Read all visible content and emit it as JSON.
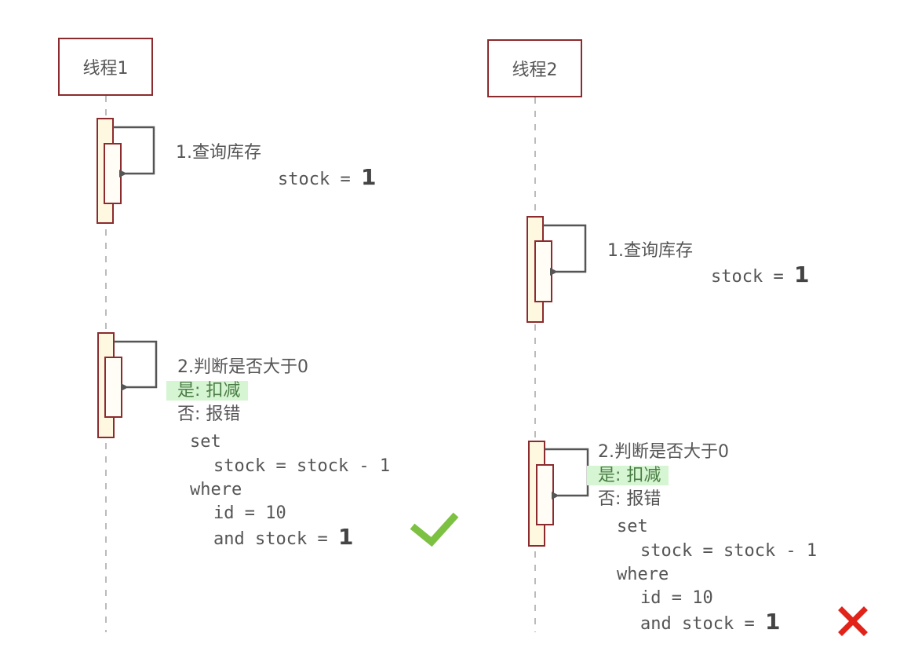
{
  "colors": {
    "actor_border": "#8b2b2e",
    "activation_fill": "#fff8e1",
    "lifeline": "#bbbbbb",
    "arrow": "#555555",
    "highlight_bg": "#d6f5d2",
    "check": "#7cc142",
    "cross": "#e2231a"
  },
  "actors": [
    {
      "label": "线程1"
    },
    {
      "label": "线程2"
    }
  ],
  "thread1": {
    "step1": {
      "title": "1.查询库存",
      "expr": "stock = ",
      "value": "1"
    },
    "step2": {
      "title": "2.判断是否大于0",
      "yes": "是: 扣减",
      "no": "否: 报错",
      "sql": {
        "set": "set",
        "set_expr": "stock = stock - 1",
        "where": "where",
        "cond1": "id = 10",
        "cond2": "and stock = ",
        "cond2_value": "1"
      },
      "result_icon": "check-icon",
      "result": "success"
    }
  },
  "thread2": {
    "step1": {
      "title": "1.查询库存",
      "expr": "stock = ",
      "value": "1"
    },
    "step2": {
      "title": "2.判断是否大于0",
      "yes": "是: 扣减",
      "no": "否: 报错",
      "sql": {
        "set": "set",
        "set_expr": "stock = stock - 1",
        "where": "where",
        "cond1": "id = 10",
        "cond2": "and stock = ",
        "cond2_value": "1"
      },
      "result_icon": "cross-icon",
      "result": "failure"
    }
  }
}
